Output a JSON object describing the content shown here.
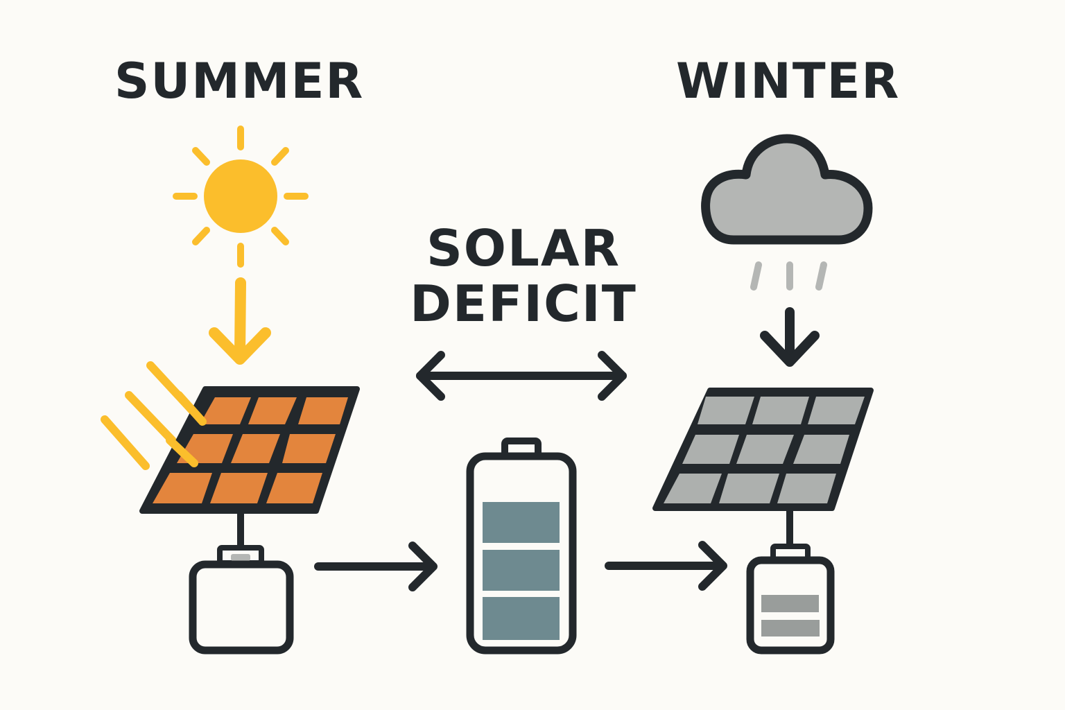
{
  "titles": {
    "summer": "SUMMER",
    "winter": "WINTER"
  },
  "center": {
    "line1": "SOLAR",
    "line2": "DEFICIT"
  },
  "icons": {
    "summer": [
      "sun-icon",
      "down-arrow-icon",
      "sun-rays-icon",
      "solar-panel-icon",
      "battery-small-empty-icon"
    ],
    "center": [
      "double-arrow-icon",
      "battery-full-icon",
      "right-arrow-icon"
    ],
    "winter": [
      "cloud-rain-icon",
      "down-arrow-icon",
      "solar-panel-icon",
      "battery-small-low-icon"
    ]
  },
  "battery_levels": {
    "central_battery_segments": 3,
    "winter_battery_segments": 2,
    "summer_battery_segments": 0
  },
  "colors": {
    "background": "#fcfbf7",
    "outline": "#23282c",
    "sun": "#fbbe2c",
    "summer_cells": "#e3853d",
    "winter_cells": "#adb0ae",
    "cloud": "#b4b6b4",
    "battery_fill": "#6e8a90",
    "winter_battery_fill": "#999d9b"
  }
}
